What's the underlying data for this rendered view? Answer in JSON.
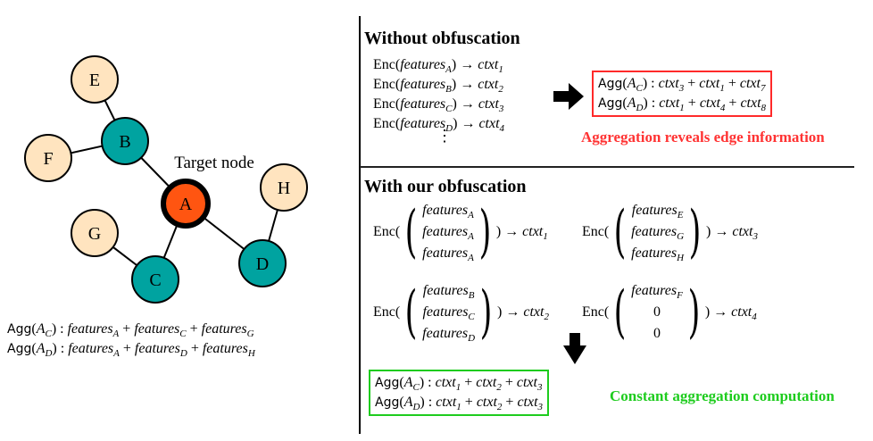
{
  "graph": {
    "target_label": "Target node",
    "nodes": [
      {
        "id": "A",
        "label": "A",
        "role": "target",
        "color": "#ff5511"
      },
      {
        "id": "B",
        "label": "B",
        "role": "neighbor",
        "color": "#00a3a0"
      },
      {
        "id": "C",
        "label": "C",
        "role": "neighbor",
        "color": "#00a3a0"
      },
      {
        "id": "D",
        "label": "D",
        "role": "neighbor",
        "color": "#00a3a0"
      },
      {
        "id": "E",
        "label": "E",
        "role": "two-hop",
        "color": "#ffe4bf"
      },
      {
        "id": "F",
        "label": "F",
        "role": "two-hop",
        "color": "#ffe4bf"
      },
      {
        "id": "G",
        "label": "G",
        "role": "two-hop",
        "color": "#ffe4bf"
      },
      {
        "id": "H",
        "label": "H",
        "role": "two-hop",
        "color": "#ffe4bf"
      }
    ],
    "edges": [
      [
        "A",
        "B"
      ],
      [
        "A",
        "C"
      ],
      [
        "A",
        "D"
      ],
      [
        "B",
        "E"
      ],
      [
        "B",
        "F"
      ],
      [
        "C",
        "G"
      ],
      [
        "D",
        "H"
      ]
    ]
  },
  "left_formulas": {
    "agg": "Agg",
    "rows": [
      {
        "target": "A",
        "sub": "C",
        "terms": [
          {
            "base": "features",
            "sub": "A"
          },
          {
            "base": "features",
            "sub": "C"
          },
          {
            "base": "features",
            "sub": "G"
          }
        ]
      },
      {
        "target": "A",
        "sub": "D",
        "terms": [
          {
            "base": "features",
            "sub": "A"
          },
          {
            "base": "features",
            "sub": "D"
          },
          {
            "base": "features",
            "sub": "H"
          }
        ]
      }
    ]
  },
  "without": {
    "title": "Without obfuscation",
    "enc_label": "Enc",
    "arrow": "→",
    "rows": [
      {
        "feature": "features",
        "sub": "A",
        "ctxt": "ctxt",
        "ctxt_sub": "1"
      },
      {
        "feature": "features",
        "sub": "B",
        "ctxt": "ctxt",
        "ctxt_sub": "2"
      },
      {
        "feature": "features",
        "sub": "C",
        "ctxt": "ctxt",
        "ctxt_sub": "3"
      },
      {
        "feature": "features",
        "sub": "D",
        "ctxt": "ctxt",
        "ctxt_sub": "4"
      }
    ],
    "ellipsis": "⋮",
    "agg_rows": [
      {
        "target": "A",
        "sub": "C",
        "terms": [
          "3",
          "1",
          "7"
        ]
      },
      {
        "target": "A",
        "sub": "D",
        "terms": [
          "1",
          "4",
          "8"
        ]
      }
    ],
    "caption": "Aggregation reveals edge information",
    "accent": "#ff2a2a"
  },
  "with": {
    "title": "With our obfuscation",
    "enc_label": "Enc",
    "arrow": "→",
    "blocks": [
      {
        "entries": [
          {
            "base": "features",
            "sub": "A"
          },
          {
            "base": "features",
            "sub": "A"
          },
          {
            "base": "features",
            "sub": "A"
          }
        ],
        "ctxt_sub": "1"
      },
      {
        "entries": [
          {
            "base": "features",
            "sub": "E"
          },
          {
            "base": "features",
            "sub": "G"
          },
          {
            "base": "features",
            "sub": "H"
          }
        ],
        "ctxt_sub": "3"
      },
      {
        "entries": [
          {
            "base": "features",
            "sub": "B"
          },
          {
            "base": "features",
            "sub": "C"
          },
          {
            "base": "features",
            "sub": "D"
          }
        ],
        "ctxt_sub": "2"
      },
      {
        "entries": [
          {
            "base": "features",
            "sub": "F"
          },
          {
            "base": "0",
            "sub": ""
          },
          {
            "base": "0",
            "sub": ""
          }
        ],
        "ctxt_sub": "4"
      }
    ],
    "agg_rows": [
      {
        "target": "A",
        "sub": "C",
        "terms": [
          "1",
          "2",
          "3"
        ]
      },
      {
        "target": "A",
        "sub": "D",
        "terms": [
          "1",
          "2",
          "3"
        ]
      }
    ],
    "caption": "Constant aggregation computation",
    "accent": "#1ecc1e"
  }
}
